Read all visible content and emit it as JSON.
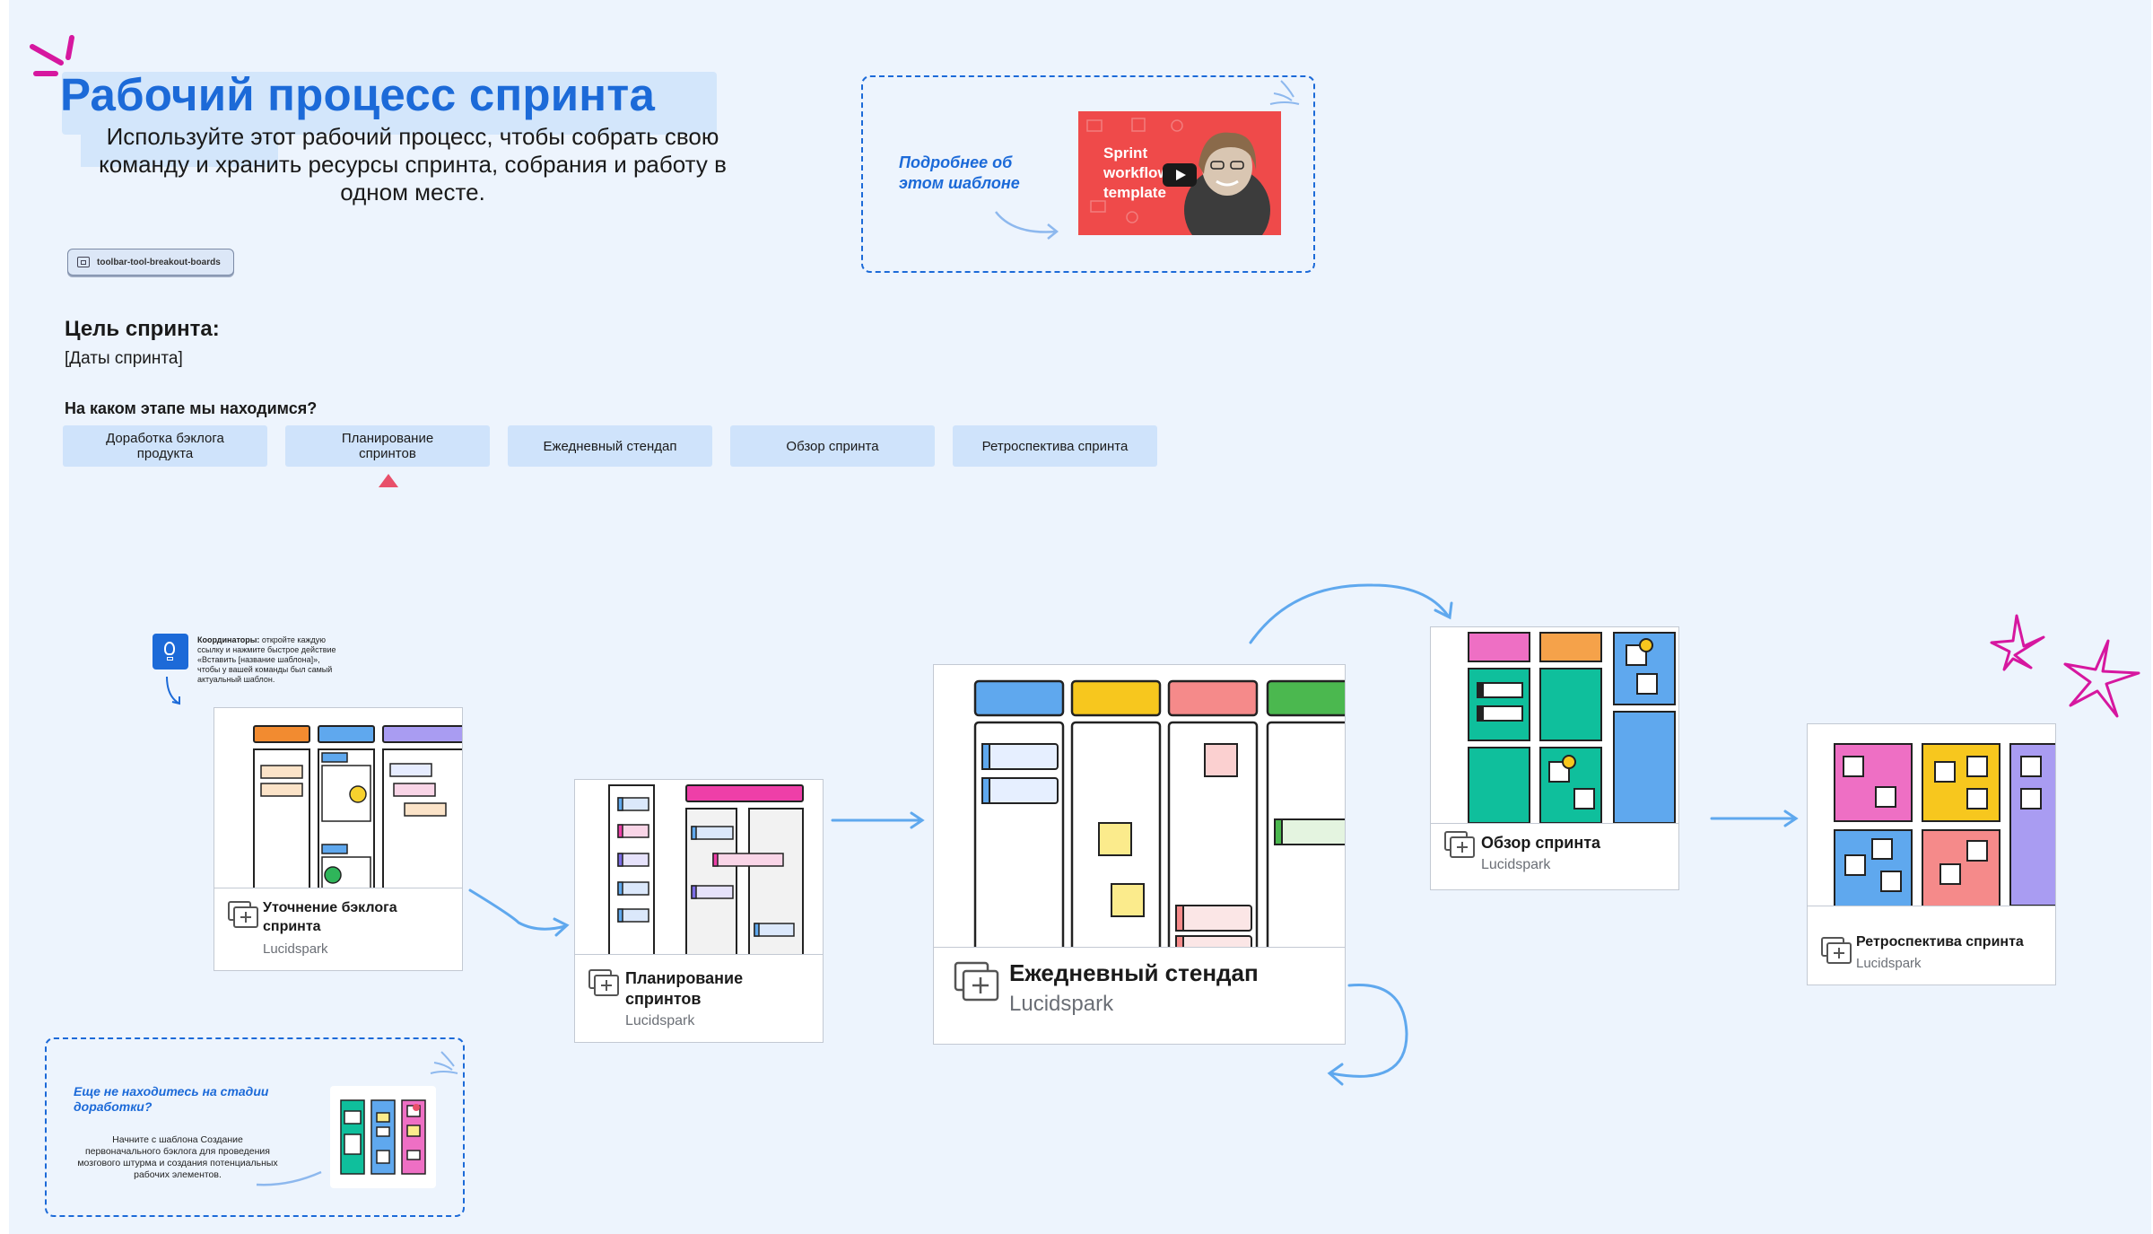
{
  "header": {
    "title": "Рабочий процесс спринта",
    "subtitle": "Используйте этот рабочий процесс, чтобы собрать свою команду и хранить ресурсы спринта, собрания и работу в одном месте.",
    "toolbar_chip": "toolbar-tool-breakout-boards"
  },
  "sprint": {
    "goal_label": "Цель спринта:",
    "dates_label": "[Даты спринта]",
    "stage_question": "На каком этапе мы находимся?",
    "stages": [
      {
        "label": "Доработка бэклога продукта"
      },
      {
        "label": "Планирование спринтов"
      },
      {
        "label": "Ежедневный стендап"
      },
      {
        "label": "Обзор спринта"
      },
      {
        "label": "Ретроспектива спринта"
      }
    ],
    "current_stage_index": 1
  },
  "learn_more": {
    "text": "Подробнее об этом шаблоне",
    "video_text": "Sprint workflow template"
  },
  "facilitators": {
    "bold": "Координаторы:",
    "text": " откройте каждую ссылку и нажмите быстрое действие «Вставить [название шаблона]», чтобы у вашей команды был самый актуальный шаблон."
  },
  "refinement_note": {
    "question": "Еще не находитесь на стадии доработки?",
    "body": "Начните с шаблона Создание первоначального бэклога для проведения мозгового штурма и создания потенциальных рабочих элементов."
  },
  "boards": [
    {
      "title": "Уточнение бэклога спринта",
      "source": "Lucidspark"
    },
    {
      "title": "Планирование спринтов",
      "source": "Lucidspark"
    },
    {
      "title": "Ежедневный стендап",
      "source": "Lucidspark"
    },
    {
      "title": "Обзор спринта",
      "source": "Lucidspark"
    },
    {
      "title": "Ретроспектива спринта",
      "source": "Lucidspark"
    }
  ],
  "colors": {
    "accent": "#1c6ad8",
    "highlight": "#d3e6fb",
    "stage_button": "#cfe3fb",
    "marker": "#e8506a",
    "doodle": "#d6179f",
    "arrow": "#5fa8ee"
  }
}
